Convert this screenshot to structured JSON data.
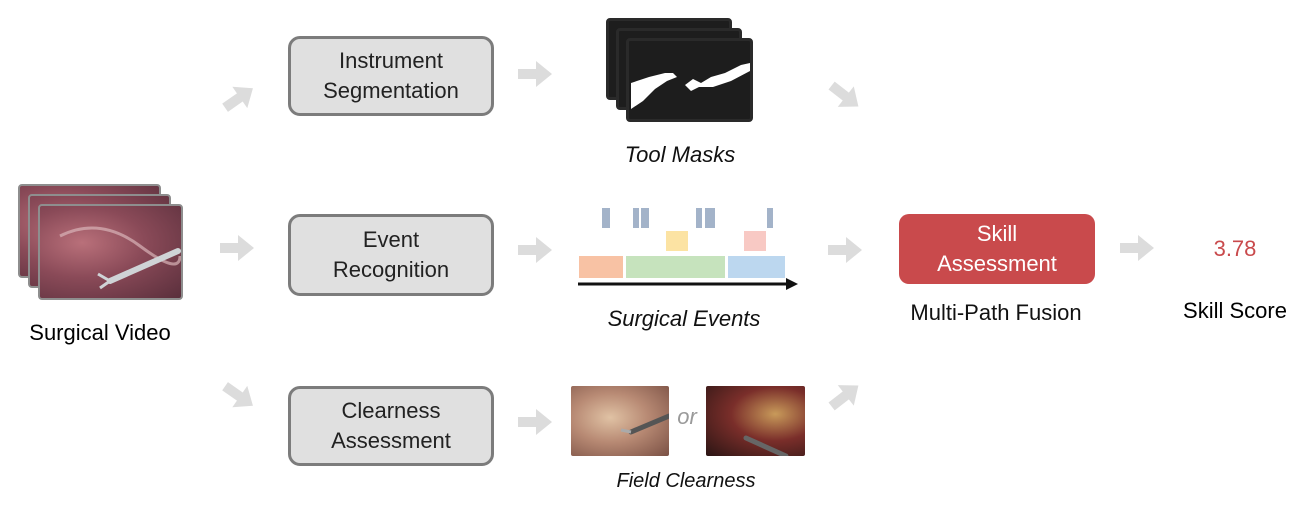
{
  "nodes": {
    "input_label": "Surgical Video",
    "instrument_box": [
      "Instrument",
      "Segmentation"
    ],
    "event_box": [
      "Event",
      "Recognition"
    ],
    "clearness_box": [
      "Clearness",
      "Assessment"
    ],
    "tool_masks_label": "Tool Masks",
    "surgical_events_label": "Surgical Events",
    "field_clearness_label": "Field Clearness",
    "or_label": "or",
    "skill_box": [
      "Skill",
      "Assessment"
    ],
    "fusion_label": "Multi-Path Fusion",
    "score_value": "3.78",
    "score_label": "Skill Score"
  },
  "colors": {
    "box_fill": "#e0e0e0",
    "box_border": "#7c7c7c",
    "arrow": "#dcdcdc",
    "skill_fill": "#c94a4c",
    "score_text": "#c94a4c",
    "event_blue_gray": "#a3b3c9",
    "event_yellow": "#fce3a3",
    "event_pink": "#f8c9c4",
    "event_orange": "#f8c2a4",
    "event_green": "#c6e3bd",
    "event_light_blue": "#bcd7ef",
    "timeline": "#111111"
  }
}
